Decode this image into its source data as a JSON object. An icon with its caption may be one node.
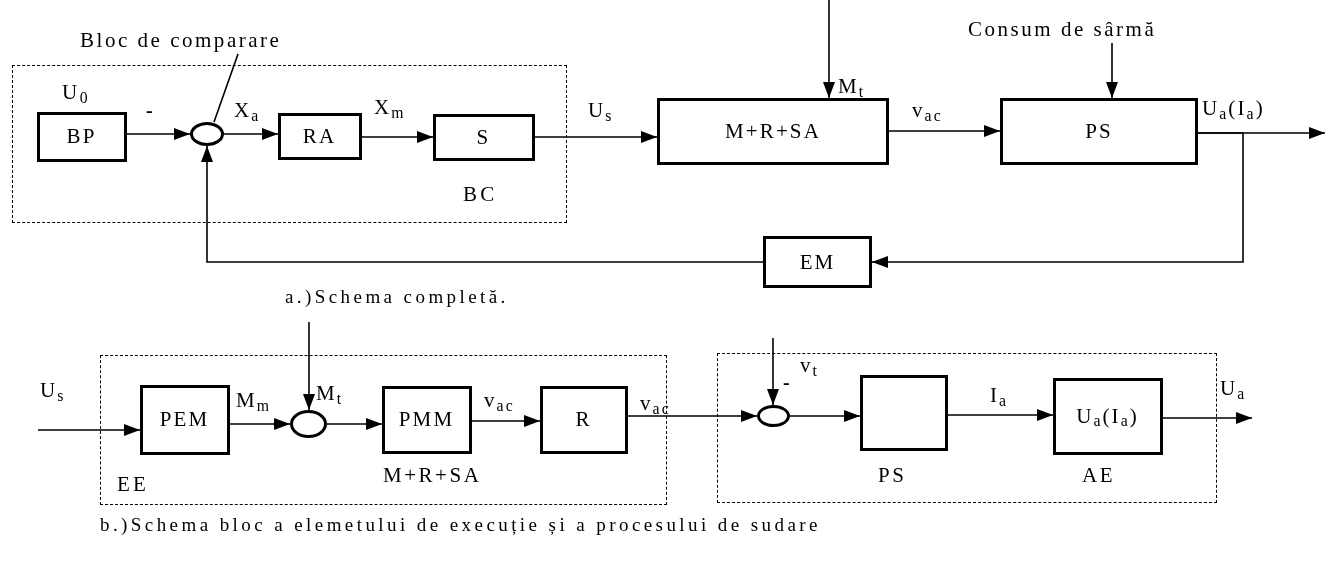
{
  "diagram": {
    "nodes": [
      {
        "text": [
          "BC"
        ]
      },
      {
        "text": [
          "BP"
        ],
        "in": 0,
        "beside": [
          "U$_{0}$"
        ]
      },
      {
        "text": [],
        "shape": "circle",
        "in": 0
      },
      {
        "text": [
          "RA"
        ],
        "in": 0
      },
      {
        "text": [
          "S"
        ],
        "in": 0
      },
      {
        "text": [
          "M+R+SA"
        ]
      },
      {
        "text": [
          "PS"
        ]
      },
      {
        "text": [
          "EM"
        ]
      },
      {
        "text": [
          "Bloc de comparare"
        ]
      },
      {
        "text": [
          "Consum de sârmă"
        ]
      },
      {
        "text": [
          "EE"
        ]
      },
      {
        "text": [
          "PEM"
        ],
        "in": 10
      },
      {
        "text": [],
        "shape": "circle",
        "in": 10
      },
      {
        "text": [
          "PMM"
        ],
        "in": 10,
        "beside": [
          "M+R+SA"
        ]
      },
      {
        "text": [
          "R"
        ],
        "in": 10
      },
      {
        "text": [],
        "shape": "box"
      },
      {
        "text": [],
        "shape": "circle",
        "in": 15
      },
      {
        "text": [],
        "shape": "box",
        "in": 15,
        "beside": [
          "PS"
        ]
      },
      {
        "text": [
          "U$_{a}$(I$_{a}$)"
        ],
        "in": 15,
        "beside": [
          "AE"
        ]
      }
    ],
    "edges": [
      {
        "from": 1,
        "to": 2,
        "arrow": "to"
      },
      {
        "from": 2,
        "to": 3,
        "arrow": "to",
        "label": "X$_{a}$"
      },
      {
        "from": 3,
        "to": 4,
        "arrow": "to",
        "label": "X$_{m}$"
      },
      {
        "from": 4,
        "to": 5,
        "arrow": "to",
        "label": "U$_{s}$"
      },
      {
        "from": 5,
        "to": 6,
        "arrow": "to",
        "label": "v$_{ac}$"
      },
      {
        "from": 6,
        "to": null,
        "arrow": "to",
        "label": "U$_{a}$(I$_{a}$)"
      },
      {
        "from": 6,
        "to": 7,
        "arrow": "to"
      },
      {
        "from": 7,
        "to": 2,
        "arrow": "to"
      },
      {
        "from": null,
        "to": 5,
        "arrow": "to",
        "label": "M$_{t}$"
      },
      {
        "from": 9,
        "to": 6,
        "arrow": "to"
      },
      {
        "from": 8,
        "to": 2,
        "arrow": "none"
      },
      {
        "from": null,
        "to": 11,
        "arrow": "to",
        "label": "U$_{s}$"
      },
      {
        "from": 11,
        "to": 12,
        "arrow": "to",
        "label": "M$_{m}$"
      },
      {
        "from": null,
        "to": 12,
        "arrow": "to",
        "label": "M$_{t}$"
      },
      {
        "from": 12,
        "to": 13,
        "arrow": "to"
      },
      {
        "from": 13,
        "to": 14,
        "arrow": "to",
        "label": "v$_{ac}$"
      },
      {
        "from": 14,
        "to": 16,
        "arrow": "to",
        "label": "v$_{ac}$"
      },
      {
        "from": null,
        "to": 16,
        "arrow": "to",
        "label": "v$_{t}$"
      },
      {
        "from": 16,
        "to": 17,
        "arrow": "to"
      },
      {
        "from": 17,
        "to": 18,
        "arrow": "to",
        "label": "I$_{a}$"
      },
      {
        "from": 18,
        "to": null,
        "arrow": "to",
        "label": "U$_{a}$"
      }
    ],
    "labels": [
      "-",
      "a.)Schema completă.",
      "-",
      "b.)Schema bloc a elemetului de execuție și a procesului de sudare"
    ]
  }
}
